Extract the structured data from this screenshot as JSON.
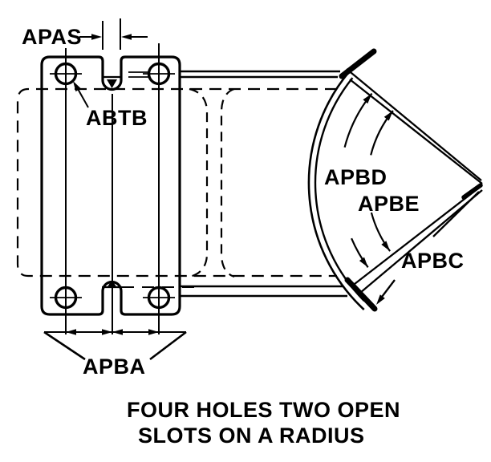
{
  "diagram": {
    "figure_type": "engineering-dimension-diagram",
    "caption": {
      "line1": "FOUR HOLES TWO OPEN",
      "line2": "SLOTS ON A RADIUS"
    },
    "labels": {
      "apas": "APAS",
      "abtb": "ABTB",
      "apba": "APBA",
      "apbd": "APBD",
      "apbe": "APBE",
      "apbc": "APBC"
    },
    "colors": {
      "ink": "#000000",
      "background": "#ffffff"
    }
  }
}
